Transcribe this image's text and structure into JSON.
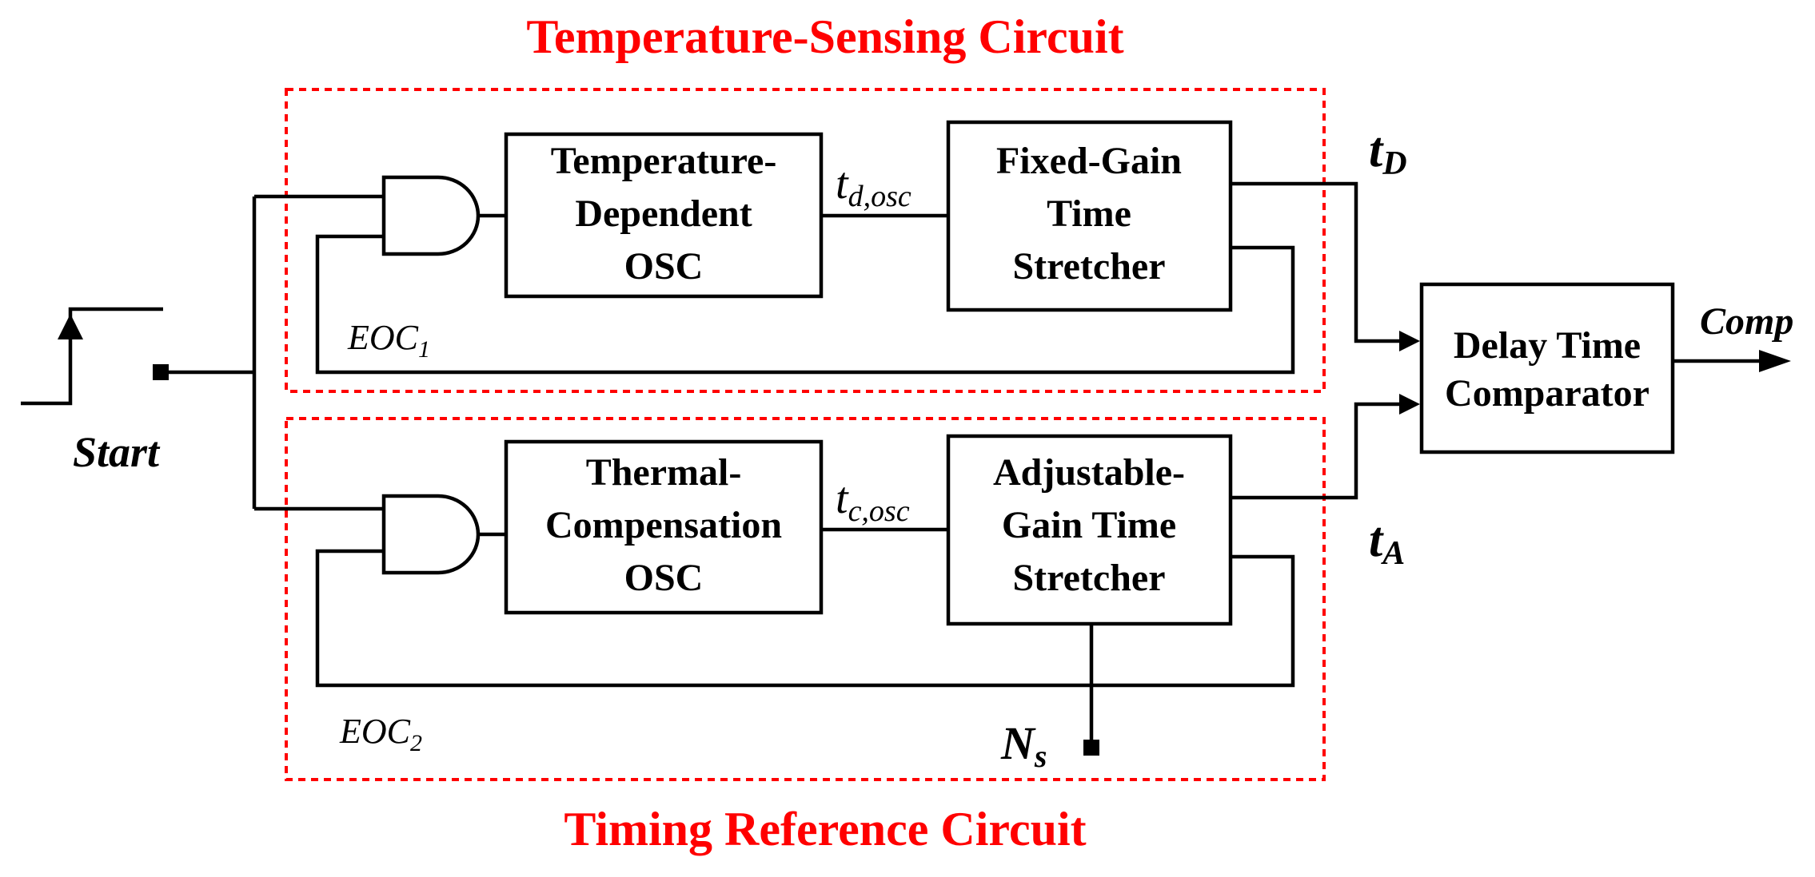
{
  "titles": {
    "top": "Temperature-Sensing Circuit",
    "bottom": "Timing Reference Circuit"
  },
  "blocks": {
    "temp_osc": [
      "Temperature-",
      "Dependent",
      "OSC"
    ],
    "fixed_stretcher": [
      "Fixed-Gain",
      "Time",
      "Stretcher"
    ],
    "thermal_osc": [
      "Thermal-",
      "Compensation",
      "OSC"
    ],
    "adj_stretcher": [
      "Adjustable-",
      "Gain Time",
      "Stretcher"
    ],
    "comparator": [
      "Delay Time",
      "Comparator"
    ]
  },
  "signals": {
    "start": "Start",
    "td_osc": {
      "main": "t",
      "sub": "d,osc"
    },
    "tc_osc": {
      "main": "t",
      "sub": "c,osc"
    },
    "tD": {
      "main": "t",
      "sub": "D"
    },
    "tA": {
      "main": "t",
      "sub": "A"
    },
    "comp": "Comp",
    "eoc1": {
      "main": "EOC",
      "sub": "1"
    },
    "eoc2": {
      "main": "EOC",
      "sub": "2"
    },
    "ns": {
      "main": "N",
      "sub": "s"
    }
  },
  "colors": {
    "title": "#ff0000",
    "dashed_border": "#ff0000",
    "lines": "#000000"
  }
}
